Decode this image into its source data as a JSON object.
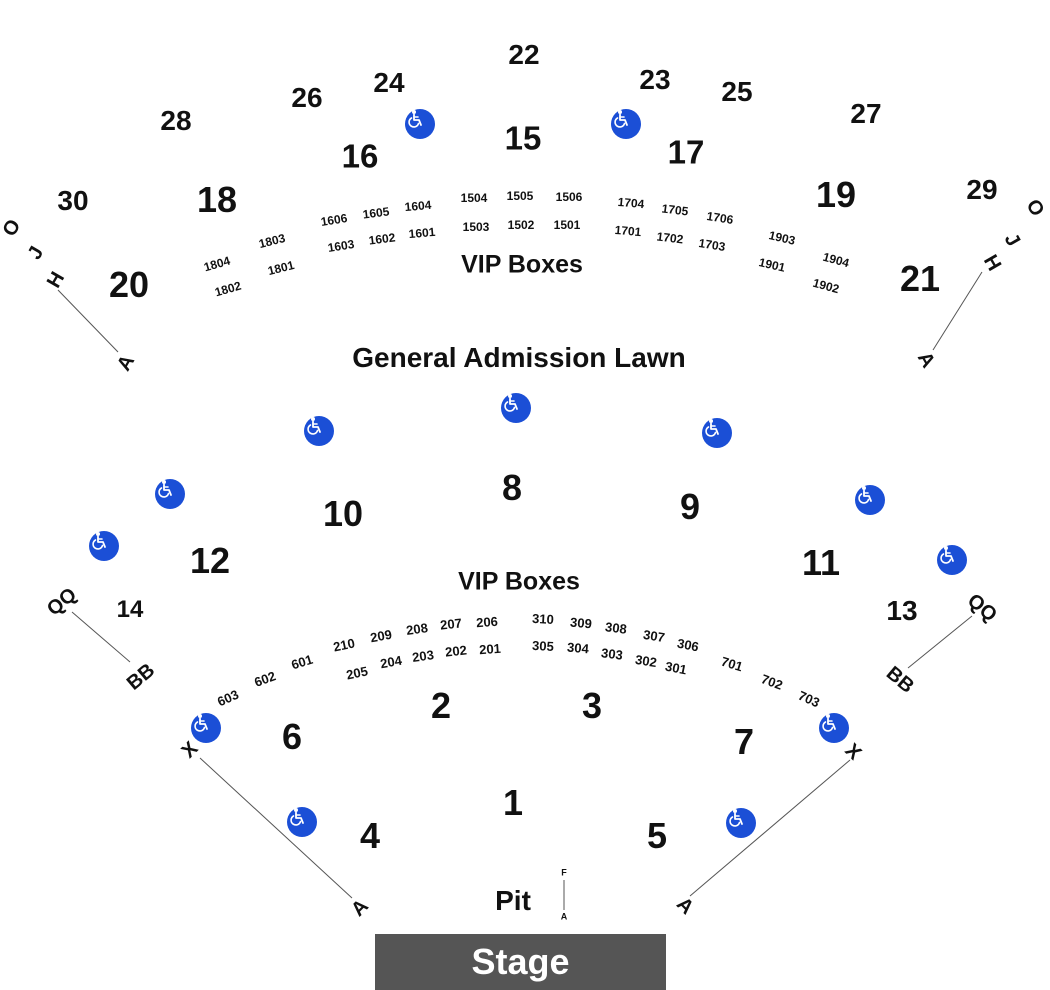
{
  "stage": {
    "label": "Stage"
  },
  "areas": {
    "lawn": "General Admission Lawn",
    "vip_upper": "VIP Boxes",
    "vip_lower": "VIP Boxes",
    "pit": "Pit"
  },
  "sections": [
    "1",
    "2",
    "3",
    "4",
    "5",
    "6",
    "7",
    "8",
    "9",
    "10",
    "11",
    "12",
    "13",
    "14",
    "15",
    "16",
    "17",
    "18",
    "19",
    "20",
    "21",
    "22",
    "23",
    "24",
    "25",
    "26",
    "27",
    "28",
    "29",
    "30"
  ],
  "vip_boxes_upper": [
    "1804",
    "1803",
    "1802",
    "1801",
    "1606",
    "1605",
    "1604",
    "1603",
    "1602",
    "1601",
    "1504",
    "1505",
    "1506",
    "1503",
    "1502",
    "1501",
    "1704",
    "1705",
    "1706",
    "1701",
    "1702",
    "1703",
    "1903",
    "1904",
    "1901",
    "1902"
  ],
  "vip_boxes_lower": [
    "603",
    "602",
    "601",
    "210",
    "209",
    "208",
    "207",
    "206",
    "205",
    "204",
    "203",
    "202",
    "201",
    "310",
    "309",
    "308",
    "307",
    "306",
    "305",
    "304",
    "303",
    "302",
    "301",
    "701",
    "702",
    "703"
  ],
  "row_markers": {
    "upper_left": [
      "O",
      "J",
      "H",
      "A"
    ],
    "upper_right": [
      "O",
      "J",
      "H",
      "A"
    ],
    "mid_left": [
      "QQ",
      "BB"
    ],
    "mid_right": [
      "QQ",
      "BB"
    ],
    "lower_left": [
      "X",
      "A"
    ],
    "lower_right": [
      "X",
      "A"
    ],
    "pit": [
      "F",
      "A"
    ]
  },
  "icons": {
    "accessible": "wheelchair-icon"
  },
  "colors": {
    "accessible": "#1b4fd6",
    "stage": "#555555",
    "text": "#111111"
  }
}
